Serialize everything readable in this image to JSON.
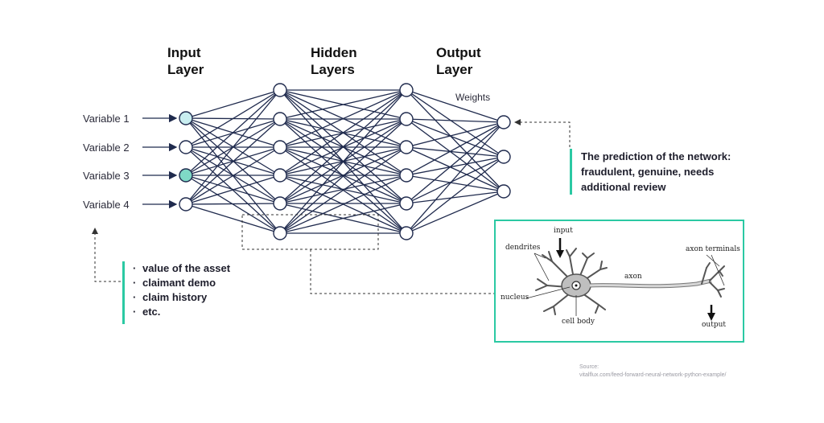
{
  "layers": {
    "input_title": [
      "Input",
      "Layer"
    ],
    "hidden_title": [
      "Hidden",
      "Layers"
    ],
    "output_title": [
      "Output",
      "Layer"
    ]
  },
  "variables": [
    "Variable 1",
    "Variable 2",
    "Variable 3",
    "Variable 4"
  ],
  "weights_label": "Weights",
  "prediction": {
    "lines": [
      "The prediction of the network:",
      "fraudulent, genuine, needs",
      "additional review"
    ]
  },
  "examples": [
    "value of the asset",
    "claimant demo",
    "claim history",
    "etc."
  ],
  "neuron": {
    "labels": {
      "input": "input",
      "dendrites": "dendrites",
      "axon_terminals": "axon terminals",
      "axon": "axon",
      "nucleus": "nucleus",
      "cell_body": "cell body",
      "output": "output"
    }
  },
  "source": [
    "Source:",
    "vitalflux.com/feed-forward-neural-network-python-example/"
  ],
  "colors": {
    "accent": "#2bc9a3",
    "edge": "#1f2a4d",
    "node_highlight_light": "#c9eef0",
    "node_highlight_mid": "#7fd9c6"
  },
  "network": {
    "node_counts": [
      4,
      6,
      6,
      3
    ],
    "highlighted_input_nodes": [
      0,
      2
    ]
  }
}
